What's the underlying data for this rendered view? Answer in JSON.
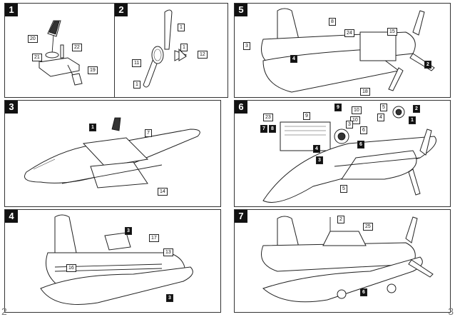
{
  "pages": {
    "left": "2",
    "right": "3"
  },
  "panels": [
    {
      "step": "1",
      "callouts": [
        "20",
        "21",
        "22",
        "19"
      ]
    },
    {
      "step": "2",
      "callouts": [
        "1",
        "11",
        "1",
        "12",
        "1"
      ]
    },
    {
      "step": "3",
      "callouts": [
        "1",
        "7",
        "14"
      ]
    },
    {
      "step": "4",
      "callouts": [
        "3",
        "17",
        "13",
        "16",
        "3"
      ]
    },
    {
      "step": "5",
      "callouts": [
        "8",
        "24",
        "15",
        "3",
        "4",
        "2",
        "18"
      ]
    },
    {
      "step": "6",
      "callouts": [
        "9",
        "10",
        "5",
        "2",
        "23",
        "9",
        "10",
        "4",
        "7",
        "8",
        "3",
        "6",
        "1",
        "4",
        "3",
        "6",
        "5"
      ]
    },
    {
      "step": "7",
      "callouts": [
        "2",
        "25",
        "6"
      ]
    }
  ]
}
